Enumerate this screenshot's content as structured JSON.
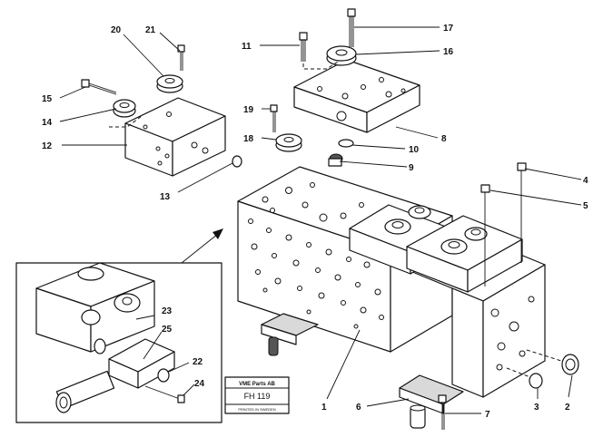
{
  "callouts": [
    {
      "id": "1",
      "label": "1"
    },
    {
      "id": "2",
      "label": "2"
    },
    {
      "id": "3",
      "label": "3"
    },
    {
      "id": "4",
      "label": "4"
    },
    {
      "id": "5",
      "label": "5"
    },
    {
      "id": "6",
      "label": "6"
    },
    {
      "id": "7",
      "label": "7"
    },
    {
      "id": "8",
      "label": "8"
    },
    {
      "id": "9",
      "label": "9"
    },
    {
      "id": "10",
      "label": "10"
    },
    {
      "id": "11",
      "label": "11"
    },
    {
      "id": "12",
      "label": "12"
    },
    {
      "id": "13",
      "label": "13"
    },
    {
      "id": "14",
      "label": "14"
    },
    {
      "id": "15",
      "label": "15"
    },
    {
      "id": "16",
      "label": "16"
    },
    {
      "id": "17",
      "label": "17"
    },
    {
      "id": "18",
      "label": "18"
    },
    {
      "id": "19",
      "label": "19"
    },
    {
      "id": "20",
      "label": "20"
    },
    {
      "id": "21",
      "label": "21"
    },
    {
      "id": "22",
      "label": "22"
    },
    {
      "id": "23",
      "label": "23"
    },
    {
      "id": "24",
      "label": "24"
    },
    {
      "id": "25",
      "label": "25"
    }
  ],
  "plate": {
    "title": "VME Parts AB",
    "code": "FH 119",
    "footer": "PRINTED IN SWEDEN"
  }
}
